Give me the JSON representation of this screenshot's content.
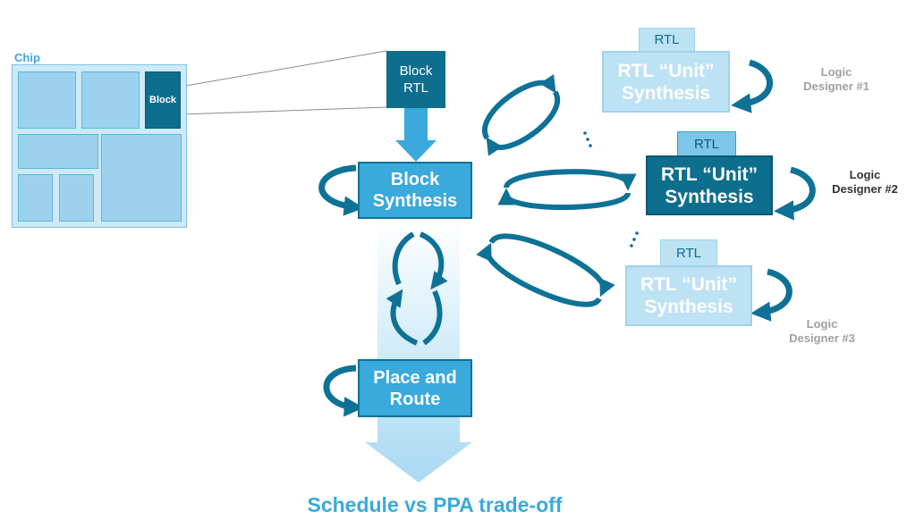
{
  "chip": {
    "label": "Chip",
    "block_label": "Block"
  },
  "flow": {
    "block_rtl": [
      "Block",
      "RTL"
    ],
    "block_synthesis": [
      "Block",
      "Synthesis"
    ],
    "place_and_route": [
      "Place and",
      "Route"
    ],
    "footer": "Schedule vs PPA trade-off"
  },
  "units": [
    {
      "tab": "RTL",
      "title": [
        "RTL “Unit”",
        "Synthesis"
      ],
      "designer": [
        "Logic",
        "Designer #1"
      ]
    },
    {
      "tab": "RTL",
      "title": [
        "RTL “Unit”",
        "Synthesis"
      ],
      "designer": [
        "Logic",
        "Designer #2"
      ]
    },
    {
      "tab": "RTL",
      "title": [
        "RTL “Unit”",
        "Synthesis"
      ],
      "designer": [
        "Logic",
        "Designer #3"
      ]
    }
  ],
  "colors": {
    "dark_teal": "#0d6e8e",
    "mid_blue": "#3aa9dc",
    "light_blue": "#bde2f4",
    "arrow": "#0e7296"
  }
}
